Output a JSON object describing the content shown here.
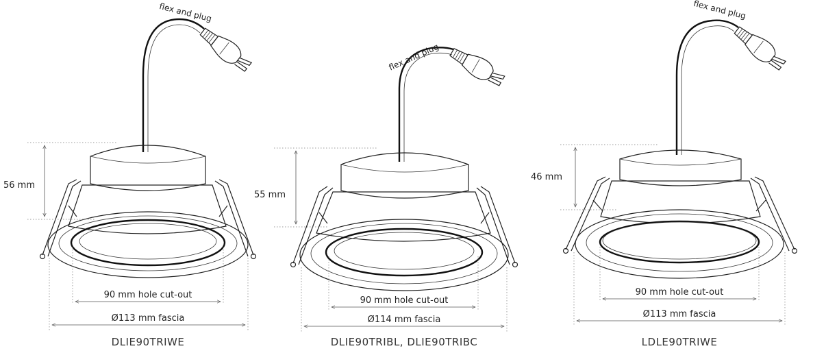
{
  "products": [
    {
      "model": "DLIE90TRIWE",
      "height_label": "56 mm",
      "cutout_label": "90 mm hole cut-out",
      "fascia_label": "Ø113 mm fascia",
      "cable_label": "flex and plug"
    },
    {
      "model": "DLIE90TRIBL, DLIE90TRIBC",
      "height_label": "55 mm",
      "cutout_label": "90 mm hole cut-out",
      "fascia_label": "Ø114 mm fascia",
      "cable_label": "flex and plug"
    },
    {
      "model": "LDLE90TRIWE",
      "height_label": "46 mm",
      "cutout_label": "90 mm hole cut-out",
      "fascia_label": "Ø113 mm fascia",
      "cable_label": "flex and plug"
    }
  ]
}
